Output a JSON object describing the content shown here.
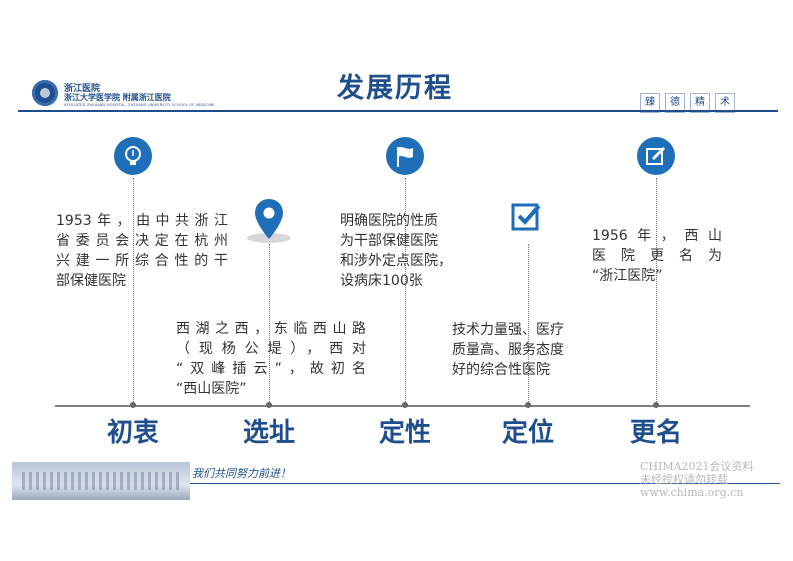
{
  "header": {
    "title": "发展历程",
    "logo": {
      "line1": "浙江医院",
      "line2": "浙江大学医学院 附属浙江医院",
      "line3": "AFFILIATED ZHEJIANG HOSPITAL, ZHEJIANG UNIVERSITY SCHOOL OF MEDICINE"
    },
    "motto": [
      "臻",
      "德",
      "精",
      "术"
    ]
  },
  "stages": [
    {
      "label": "初衷",
      "icon": "lightbulb-icon",
      "text": "1953年，由中共浙江省委员会决定在杭州兴建一所综合性的干部保健医院"
    },
    {
      "label": "选址",
      "icon": "map-pin-icon",
      "text": "西湖之西，东临西山路（现杨公堤），西对“双峰插云”，故初名“西山医院”"
    },
    {
      "label": "定性",
      "icon": "flag-icon",
      "text": "明确医院的性质为干部保健医院和涉外定点医院，设病床100张"
    },
    {
      "label": "定位",
      "icon": "checkbox-icon",
      "text": "技术力量强、医疗质量高、服务态度好的综合性医院"
    },
    {
      "label": "更名",
      "icon": "edit-icon",
      "text": "1956年，西山医院更名为“浙江医院”"
    }
  ],
  "stage_lines": {
    "s1": [
      "1953年，由中共浙江",
      "省委员会决定在杭州",
      "兴建一所综合性的干",
      "部保健医院"
    ],
    "s2": [
      "西湖之西，东临西山路",
      "（现杨公堤），西对",
      "“双峰插云”，故初名",
      "“西山医院”"
    ],
    "s3": [
      "明确医院的性质",
      "为干部保健医院",
      "和涉外定点医院，",
      "设病床100张"
    ],
    "s4": [
      "技术力量强、医疗",
      "质量高、服务态度",
      "好的综合性医院"
    ],
    "s5": [
      "1956年，西山",
      "医院更名为",
      "“浙江医院”"
    ]
  },
  "footer": {
    "slogan": "我们共同努力前进！",
    "watermark": [
      "CHIMA2021会议资料",
      "未经授权请勿转载",
      "www.chima.org.cn"
    ]
  },
  "colors": {
    "primary": "#1f4e8c",
    "icon_blue": "#1f6fb8",
    "timeline": "#7d7d7d"
  }
}
